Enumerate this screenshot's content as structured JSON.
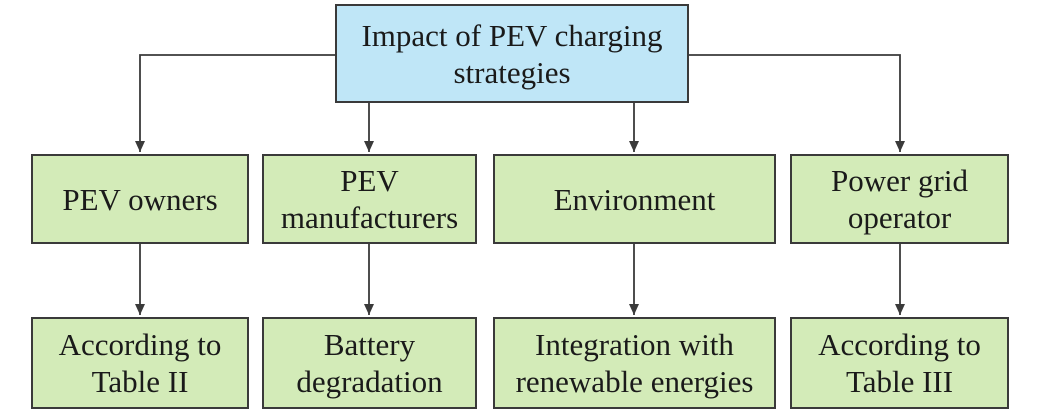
{
  "colors": {
    "root_fill": "#bfe6f7",
    "node_fill": "#d3ebb8",
    "line": "#3a3a3a"
  },
  "root": {
    "label": "Impact of PEV charging\nstrategies"
  },
  "level1": [
    {
      "label": "PEV owners"
    },
    {
      "label": "PEV\nmanufacturers"
    },
    {
      "label": "Environment"
    },
    {
      "label": "Power grid\noperator"
    }
  ],
  "level2": [
    {
      "label": "According to\nTable II"
    },
    {
      "label": "Battery\ndegradation"
    },
    {
      "label": "Integration with\nrenewable energies"
    },
    {
      "label": "According to\nTable III"
    }
  ]
}
